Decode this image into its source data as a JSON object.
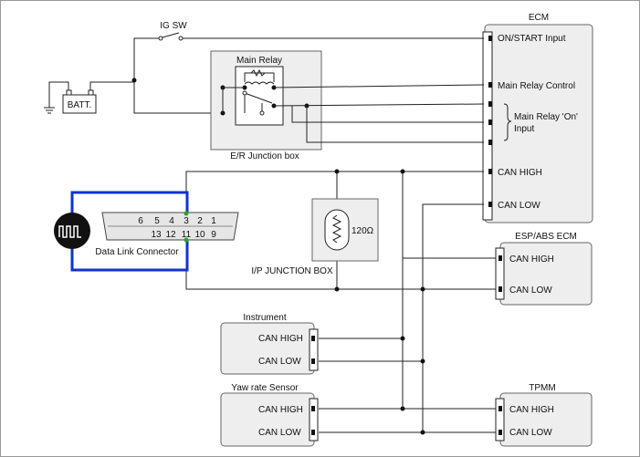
{
  "ecm": {
    "title": "ECM",
    "pins": {
      "on_start": "ON/START Input",
      "main_relay_control": "Main Relay Control",
      "main_relay_on_1": "Main Relay 'On'",
      "main_relay_on_2": "Input",
      "can_high": "CAN HIGH",
      "can_low": "CAN LOW"
    }
  },
  "ig_sw": {
    "label": "IG SW"
  },
  "battery": {
    "label": "BATT."
  },
  "main_relay": {
    "label": "Main Relay"
  },
  "er_junction": {
    "label": "E/R Junction box"
  },
  "ip_junction": {
    "label": "I/P JUNCTION BOX",
    "resistor": "120Ω"
  },
  "dlc": {
    "label": "Data Link Connector",
    "pins_top": [
      "6",
      "5",
      "4",
      "3",
      "2",
      "1"
    ],
    "pins_bottom": [
      "13",
      "12",
      "11",
      "10",
      "9"
    ]
  },
  "esp_ecm": {
    "title": "ESP/ABS ECM",
    "can_high": "CAN HIGH",
    "can_low": "CAN LOW"
  },
  "instrument": {
    "title": "Instrument",
    "can_high": "CAN HIGH",
    "can_low": "CAN LOW"
  },
  "yaw_sensor": {
    "title": "Yaw rate Sensor",
    "can_high": "CAN HIGH",
    "can_low": "CAN LOW"
  },
  "tpmm": {
    "title": "TPMM",
    "can_high": "CAN HIGH",
    "can_low": "CAN LOW"
  },
  "colors": {
    "box_fill": "#eeeeee",
    "box_stroke": "#666666",
    "wire": "#222222",
    "scan_loop": "#1133cc",
    "dlc_pin_dot": "#22aa22"
  },
  "icons": {
    "scan_tool": "square-wave-icon",
    "resistor": "resistor-icon",
    "ground": "ground-icon",
    "switch": "switch-icon",
    "coil": "relay-coil-icon"
  }
}
